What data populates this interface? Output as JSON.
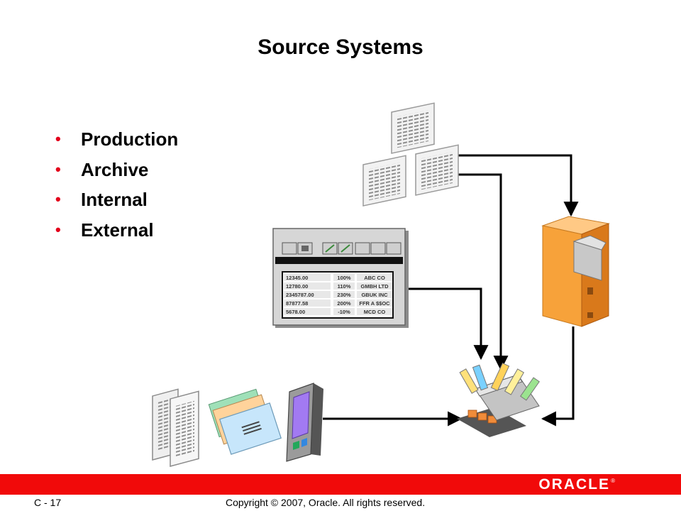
{
  "slide": {
    "title": "Source Systems",
    "bullets": [
      "Production",
      "Archive",
      "Internal",
      "External"
    ]
  },
  "table_window": {
    "rows": [
      [
        "12345.00",
        "100%",
        "ABC CO"
      ],
      [
        "12780.00",
        "110%",
        "GMBH LTD"
      ],
      [
        "2345787.00",
        "230%",
        "GBUK INC"
      ],
      [
        "87877.58",
        "200%",
        "FFR A $$OC"
      ],
      [
        "5678.00",
        "-10%",
        "MCD CO"
      ]
    ]
  },
  "footer": {
    "page_number": "C - 17",
    "copyright": "Copyright © 2007, Oracle. All rights reserved.",
    "logo": "ORACLE",
    "logo_reg": "®",
    "accent_color": "#f10a0a"
  }
}
